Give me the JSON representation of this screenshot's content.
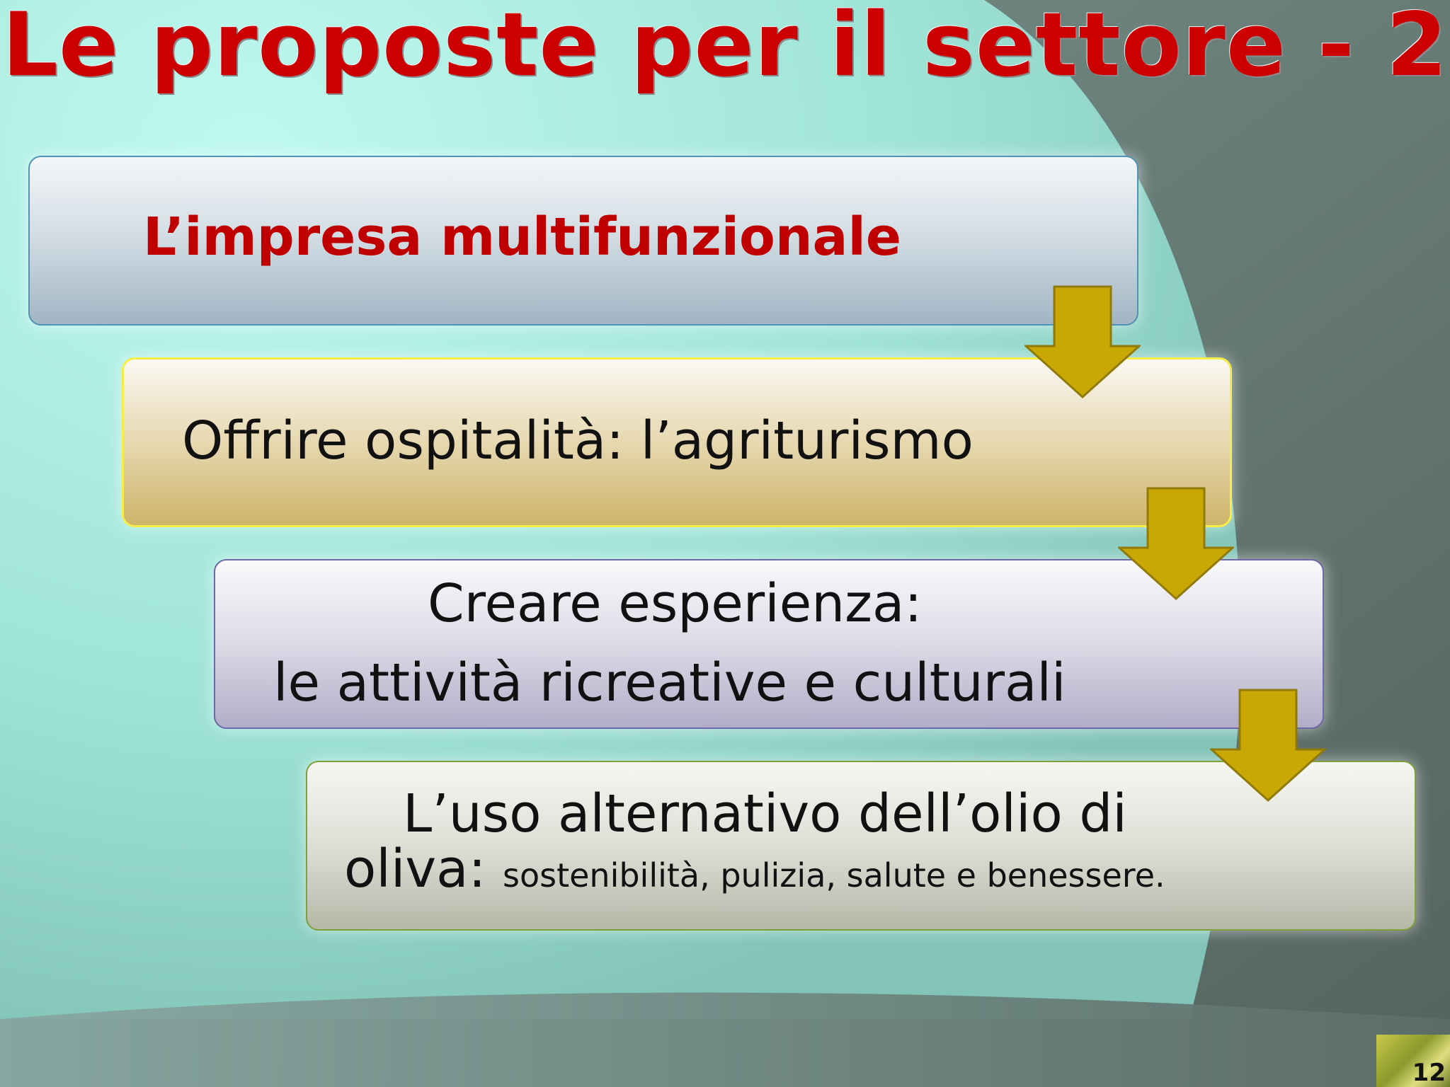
{
  "slide": {
    "title": "Le proposte per il settore - 2",
    "page_number": "12"
  },
  "flow": {
    "step1": "L’impresa multifunzionale",
    "step2": "Offrire ospitalità: l’agriturismo",
    "step3_line1": "Creare esperienza:",
    "step3_line2": "le attività ricreative e culturali",
    "step4_line1": "L’uso alternativo dell’olio di",
    "step4_line2_main": "oliva:",
    "step4_line2_small": "sostenibilità, pulizia, salute e benessere."
  },
  "colors": {
    "title": "#cc0000",
    "arrow_fill": "#c9a806",
    "arrow_stroke": "#8f7a0a",
    "background_left": "#aef1e6",
    "background_right": "#5f6e6a"
  },
  "icons": {
    "arrow": "arrow-down-icon",
    "thumbnail": "olive-thumbnail"
  }
}
